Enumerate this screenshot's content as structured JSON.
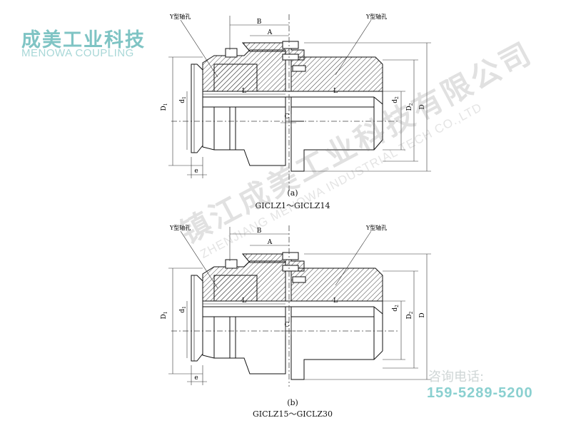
{
  "logo": {
    "cn": "成美工业科技",
    "en": "MENOWA COUPLING"
  },
  "watermark": {
    "cn": "镇江成美工业科技有限公司",
    "en": "ZHENJIANG MENOWA INDUSTRIAL TECH CO.,LTD"
  },
  "contact": {
    "label": "咨询电话:",
    "phone": "159-5289-5200"
  },
  "figure_a": {
    "caption_letter": "(a)",
    "caption_model": "GICLZ1～GICLZ14",
    "label_y_left": "Y型轴孔",
    "label_y_right": "Y型轴孔",
    "dim_B": "B",
    "dim_A": "A",
    "dim_L_left": "L",
    "dim_L_right": "L",
    "dim_C": "C",
    "dim_e": "e",
    "dim_D1": "D",
    "dim_D1_sub": "1",
    "dim_d1": "d",
    "dim_d1_sub": "1",
    "dim_d2": "d",
    "dim_d2_sub": "2",
    "dim_D2": "D",
    "dim_D2_sub": "2",
    "dim_D": "D"
  },
  "figure_b": {
    "caption_letter": "(b)",
    "caption_model": "GICLZ15～GICLZ30",
    "label_y_left": "Y型轴孔",
    "label_y_right": "Y型轴孔",
    "dim_B": "B",
    "dim_A": "A",
    "dim_L_left": "L",
    "dim_L_right": "L",
    "dim_C": "C",
    "dim_e": "e",
    "dim_D1": "D",
    "dim_D1_sub": "1",
    "dim_d1": "d",
    "dim_d1_sub": "1",
    "dim_d2": "d",
    "dim_d2_sub": "2",
    "dim_D2": "D",
    "dim_D2_sub": "2",
    "dim_D": "D"
  }
}
